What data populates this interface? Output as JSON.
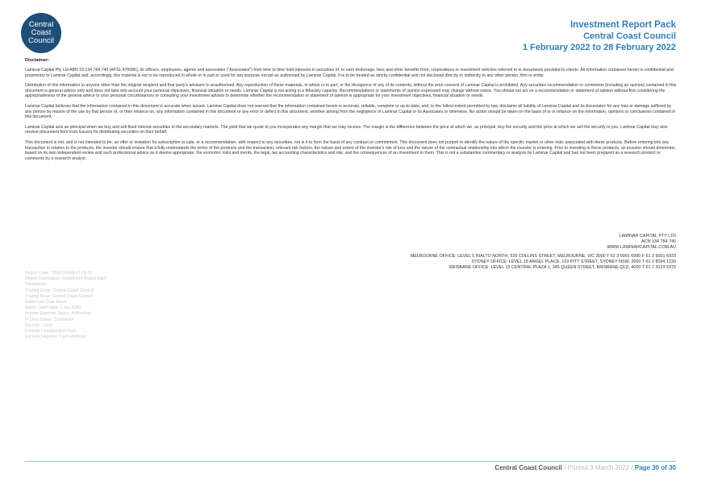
{
  "logo": {
    "line1": "Central",
    "line2": "Coast",
    "line3": "Council"
  },
  "header": {
    "title": "Investment Report Pack",
    "subtitle": "Central Coast Council",
    "period": "1 February 2022 to 28 February 2022"
  },
  "disclaimer": {
    "title": "Disclaimer:",
    "paragraphs": [
      "Laminar Capital Pty Ltd ABN 33 134 784 740 (AFSL 476686), its officers, employees, agents and associates (\"Associates\") from time to time hold interests in securities of, or earn brokerage, fees and other benefits from, corporations or investment vehicles referred to in documents provided to clients. All information contained herein is confidential and proprietary to Laminar Capital and, accordingly, this material is not to be reproduced in whole or in part or used for any purpose except as authorised by Laminar Capital. It is to be treated as strictly confidential and not disclosed directly or indirectly to any other person, firm or entity.",
      "Distribution of this information to anyone other than the original recipient and that party's advisers is unauthorised. Any reproduction of these materials, in whole or in part, or the divulgence of any of its contents, without the prior consent of Laminar Capital is prohibited. Any securities recommendation or comments (including an opinion) contained in this document is general advice only and does not take into account your personal objectives, financial situation or needs. Laminar Capital is not acting in a fiduciary capacity. Recommendations or statements of opinion expressed may change without notice. You should not act on a recommendation or statement of opinion without first considering the appropriateness of the general advice to your personal circumstances or consulting your investment advisor to determine whether the recommendation or statement of opinion is appropriate for your investment objectives, financial situation or needs.",
      "Laminar Capital believes that the information contained in this document is accurate when issued. Laminar Capital does not warrant that the information contained herein is accurate, reliable, complete or up-to-date, and, to the fullest extent permitted by law, disclaims all liability of Laminar Capital and its Associates for any loss or damage suffered by any person by reason of the use by that person of, or their reliance on, any information contained in this document or any error or defect in this document, whether arising from the negligence of Laminar Capital or its Associates or otherwise. No action should be taken on the basis of or in reliance on the information, opinions or conclusions contained in this document.",
      "Laminar Capital acts as principal when we buy and sell fixed interest securities in the secondary markets. The yield that we quote to you incorporates any margin that we may receive. The margin is the difference between the price at which we, as principal, buy the security and the price at which we sell the security to you. Laminar Capital may also receive placement fees from Issuers for distributing securities on their behalf.",
      "This document is not, and is not intended to be, an offer or invitation for subscription or sale, or a recommendation, with respect to any securities, nor is it to form the basis of any contract or commitment. This document does not purport to identify the nature of the specific market or other risks associated with these products. Before entering into any transaction in relation to the products, the investor should ensure that it fully understands the terms of the products and the transaction, relevant risk factors, the nature and extent of the investor's risk of loss and the nature of the contractual relationship into which the investor is entering. Prior to investing in these products, an investor should determine, based on its own independent review and such professional advice as it deems appropriate, the economic risks and merits, the legal, tax accounting characteristics and risk, and the consequences of an investment in them. This is not a substantive commentary or analysis by Laminar Capital and has not been prepared as a research product or comments by a research analyst."
    ]
  },
  "company": {
    "name": "LAMINAR CAPITAL PTY LTD",
    "acn": "ACN 134 784 740",
    "website": "WWW.LAMINARCAPITAL.COM.AU"
  },
  "offices": [
    "MELBOURNE OFFICE: LEVEL 5 RIALTO NORTH, 525 COLLINS STREET, MELBOURNE, VIC 3000 T 61 3 9001 6990 F 61 3 9001 6933",
    "SYDNEY OFFICE: LEVEL 18 ANGEL PLACE, 123 PITT STREET, SYDNEY NSW, 2000 T 61 2 8094 1230",
    "BRISBANE OFFICE: LEVEL 15 CENTRAL PLAZA 1, 345 QUEEN STREET, BRISBANE QLD, 4000 T 61 7 3123 5370"
  ],
  "parameters": [
    "Report Code: TBSCCR00EXT-01.02",
    "Report Description: Investment Report Pack",
    "Parameters:",
    "Trading Entity: Central Coast Council",
    "Trading Book: Central Coast Council",
    "Settlement Date Basis",
    "Match: Start Date: 1 Jan 2000",
    "Income Expense Status: Authorised",
    "FI Deal Status: Confirmed",
    "Exclude: Cash",
    "Exclude Unsupported Cash",
    "Exclude Negative Cash Holdings"
  ],
  "footer": {
    "council": "Central Coast Council",
    "printed": "/ Printed 3 March 2022 /",
    "page": "Page 30 of 30"
  }
}
